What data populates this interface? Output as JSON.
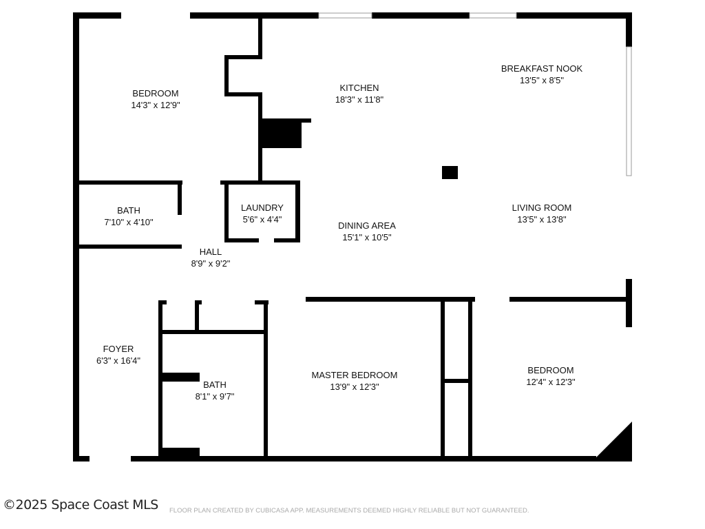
{
  "rooms": [
    {
      "name": "BEDROOM",
      "size": "14'3\" x 12'9\""
    },
    {
      "name": "KITCHEN",
      "size": "18'3\" x 11'8\""
    },
    {
      "name": "BREAKFAST NOOK",
      "size": "13'5\" x 8'5\""
    },
    {
      "name": "BATH",
      "size": "7'10\" x 4'10\""
    },
    {
      "name": "LAUNDRY",
      "size": "5'6\" x 4'4\""
    },
    {
      "name": "DINING AREA",
      "size": "15'1\" x 10'5\""
    },
    {
      "name": "LIVING ROOM",
      "size": "13'5\" x 13'8\""
    },
    {
      "name": "HALL",
      "size": "8'9\" x 9'2\""
    },
    {
      "name": "FOYER",
      "size": "6'3\" x 16'4\""
    },
    {
      "name": "BATH",
      "size": "8'1\" x 9'7\""
    },
    {
      "name": "MASTER BEDROOM",
      "size": "13'9\" x 12'3\""
    },
    {
      "name": "BEDROOM",
      "size": "12'4\" x 12'3\""
    }
  ],
  "footer": {
    "copyright": "©2025 Space Coast MLS",
    "disclaimer": "FLOOR PLAN CREATED BY CUBICASA APP. MEASUREMENTS DEEMED HIGHLY RELIABLE BUT NOT GUARANTEED."
  },
  "colors": {
    "wall": "#000000",
    "window": "#cccccc"
  }
}
